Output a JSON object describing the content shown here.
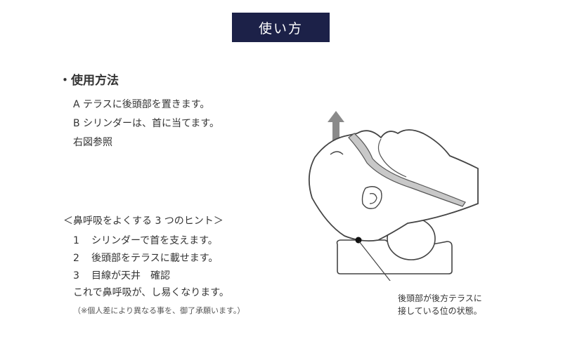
{
  "header": {
    "title": "使い方"
  },
  "usage": {
    "heading": "・使用方法",
    "lines": [
      "A テラスに後頭部を置きます。",
      "B シリンダーは、首に当てます。",
      "右図参照"
    ]
  },
  "tips": {
    "heading": "＜鼻呼吸をよくする 3 つのヒント＞",
    "items": [
      {
        "num": "1",
        "text": "シリンダーで首を支えます。"
      },
      {
        "num": "2",
        "text": "後頭部をテラスに載せます。"
      },
      {
        "num": "3",
        "text": "目線が天井　確認"
      }
    ],
    "closing": "これで鼻呼吸が、し易くなります。",
    "note": "（※個人差により異なる事を、御了承願います。）"
  },
  "illustration": {
    "caption_lines": [
      "後頭部が後方テラスに",
      "接している位の状態。"
    ]
  },
  "colors": {
    "title_bg": "#1c2148",
    "arrow": "#8a8a8a",
    "airway": "#c8c8c8"
  }
}
